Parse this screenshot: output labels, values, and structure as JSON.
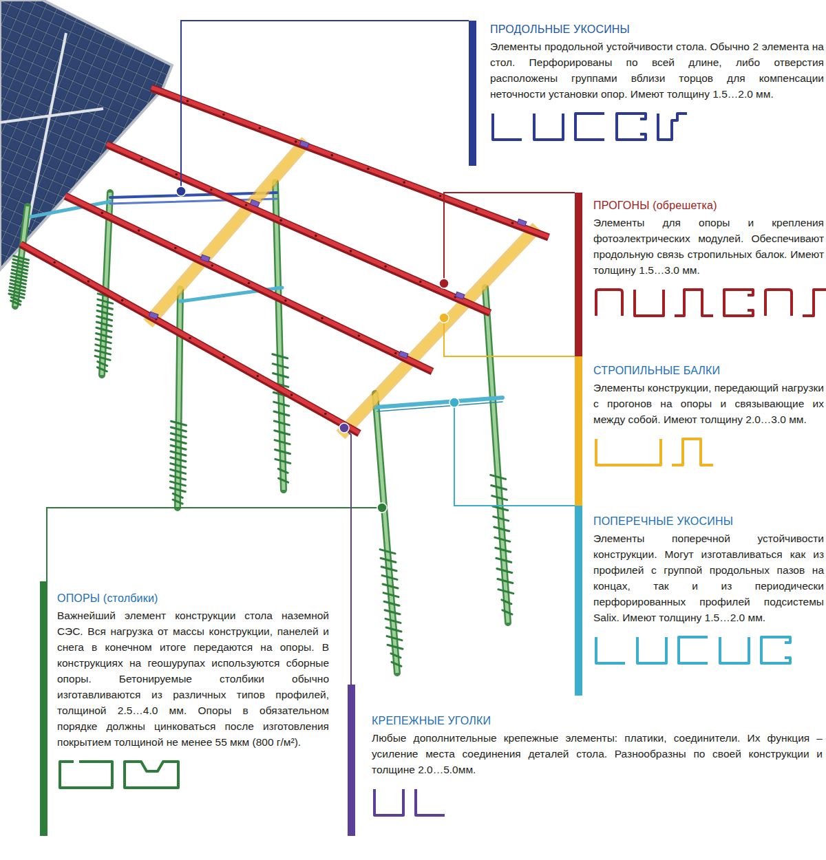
{
  "diagram": {
    "nodes": [
      {
        "text": [
          "ПРОДОЛЬНЫЕ УКОСИНЫ",
          "Элементы продольной устойчивости стола. Обычно 2 элемента на стол. Перфорированы по всей длине, либо отверстия расположены группами вблизи торцов для компенсации неточности установки опор. Имеют толщину 1.5…2.0 мм."
        ]
      },
      {
        "text": [
          "ПРОГОНЫ (обрешетка)",
          "Элементы для опоры и крепления фотоэлектрических модулей. Обеспечивают продольную связь стропильных балок. Имеют толщину 1.5…3.0 мм."
        ]
      },
      {
        "text": [
          "СТРОПИЛЬНЫЕ БАЛКИ",
          "Элементы конструкции, передающий нагрузки с прогонов на опоры и связывающие их между собой. Имеют толщину 2.0…3.0 мм."
        ]
      },
      {
        "text": [
          "ПОПЕРЕЧНЫЕ УКОСИНЫ",
          "Элементы поперечной устойчивости конструкции. Могут изготавливаться как из профилей с группой продольных пазов на концах, так и из периодически перфорированных профилей подсистемы Salix. Имеют толщину 1.5…2.0 мм."
        ]
      },
      {
        "text": [
          "ОПОРЫ (столбики)",
          "Важнейший элемент конструкции стола наземной СЭС. Вся нагрузка от массы конструкции, панелей и снега в конечном итоге передаются на опоры. В конструкциях на геошурупах используются сборные опоры. Бетонируемые столбики обычно изготавливаются из различных типов профилей, толщиной 2.5…4.0 мм. Опоры в обязательном порядке должны цинковаться после изготовления покрытием толщиной не менее 55 мкм (800 г/м²)."
        ]
      },
      {
        "text": [
          "КРЕПЕЖНЫЕ УГОЛКИ",
          "Любые дополнительные крепежные элементы: платики, соединители. Их функция – усиление места соединения деталей стола. Разнообразны по своей конструкции и толщине 2.0…5.0мм."
        ]
      }
    ]
  }
}
